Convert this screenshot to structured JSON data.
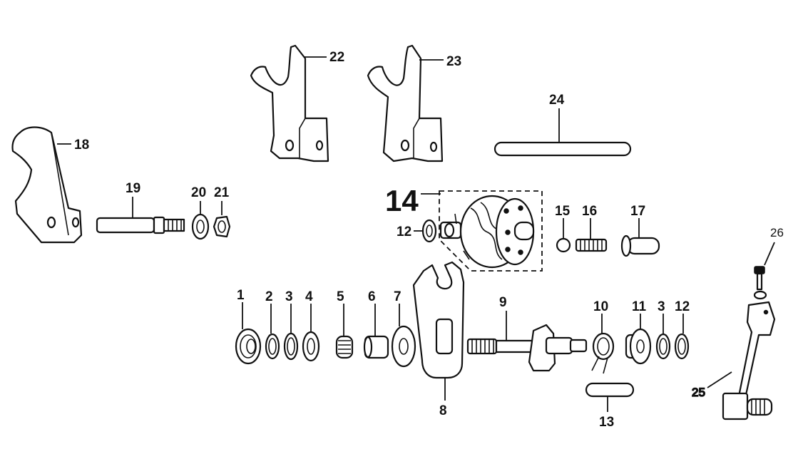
{
  "labels": {
    "p1": "1",
    "p2": "2",
    "p3a": "3",
    "p4": "4",
    "p5": "5",
    "p6": "6",
    "p7": "7",
    "p8": "8",
    "p9": "9",
    "p10": "10",
    "p11": "11",
    "p3b": "3",
    "p12a": "12",
    "p13": "13",
    "p14": "14",
    "p12b": "12",
    "p15": "15",
    "p16": "16",
    "p17": "17",
    "p18": "18",
    "p19": "19",
    "p20": "20",
    "p21": "21",
    "p22": "22",
    "p23": "23",
    "p24": "24",
    "p25": "25",
    "p26": "26"
  }
}
